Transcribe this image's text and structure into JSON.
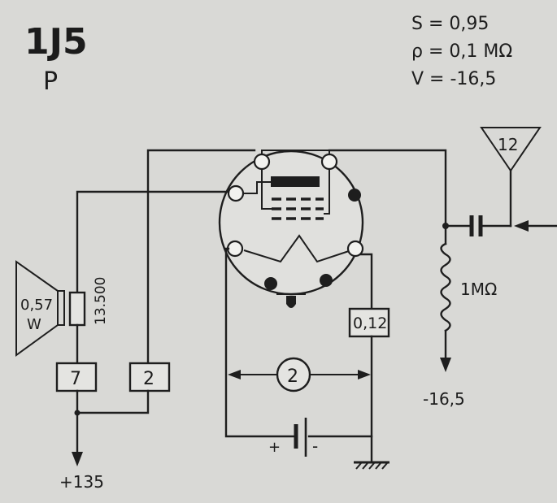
{
  "tube": {
    "type": "1J5",
    "subtype": "P"
  },
  "specs": {
    "s": "S = 0,95",
    "rho": "ρ = 0,1 MΩ",
    "v": "V = -16,5"
  },
  "antenna": {
    "label": "12"
  },
  "grid_resistor": {
    "label": "1MΩ"
  },
  "grid_bias": {
    "label": "-16,5"
  },
  "speaker": {
    "power_line1": "0,57",
    "power_line2": "W"
  },
  "transformer": {
    "label": "13.500"
  },
  "plate_box": {
    "label": "7"
  },
  "screen_box": {
    "label": "2"
  },
  "filament_meter": {
    "label": "2"
  },
  "filament_box": {
    "label": "0,12"
  },
  "battery": {
    "plus": "+",
    "minus": "-"
  },
  "supply": {
    "label": "+135"
  }
}
